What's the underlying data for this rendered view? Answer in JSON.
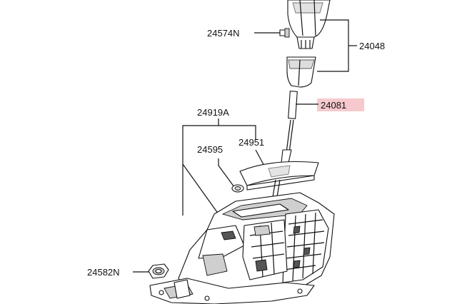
{
  "callouts": {
    "screw": "24574N",
    "knob_assy": "24048",
    "rod": "24081",
    "bracket_group": "24919A",
    "small_part": "24595",
    "cover": "24951",
    "nut": "24582N"
  },
  "colors": {
    "highlight": "#f6c9cc",
    "line": "#111111",
    "fill_gray": "#cfcfcf"
  }
}
